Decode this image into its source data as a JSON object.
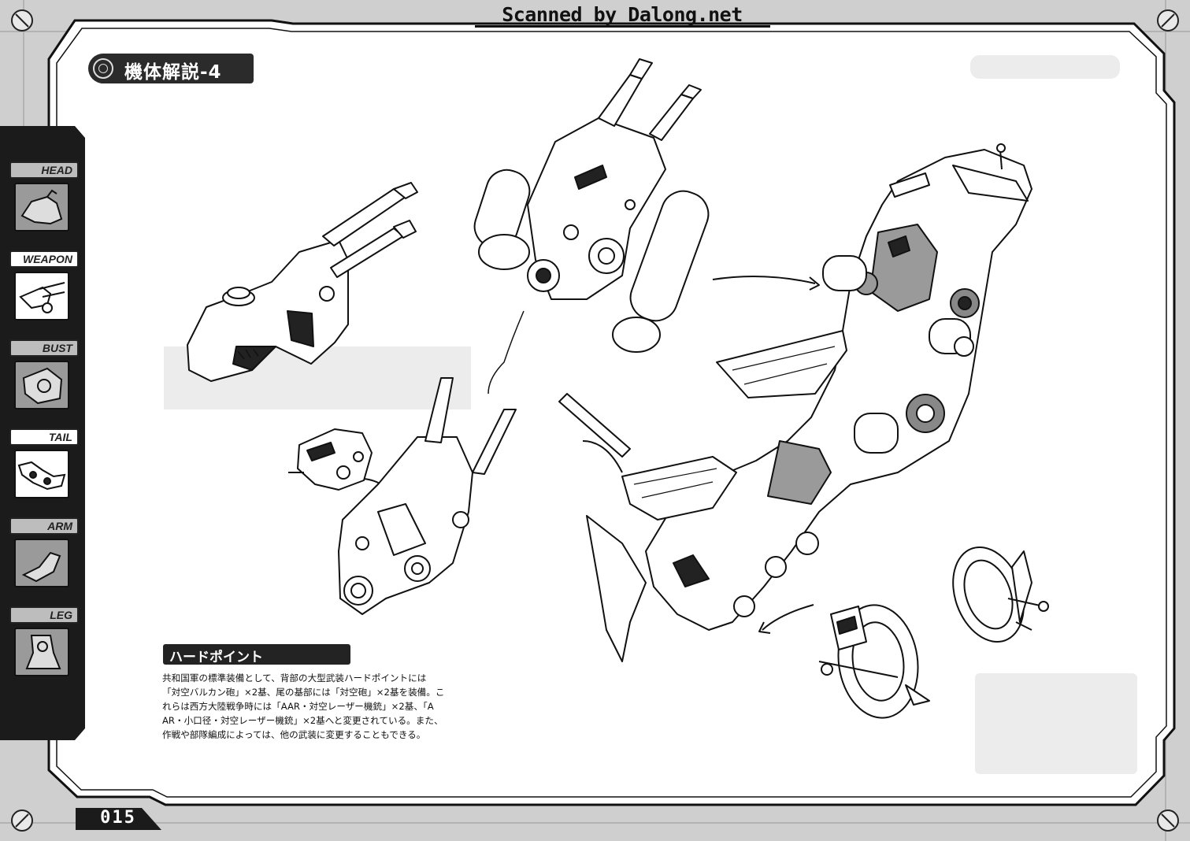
{
  "watermark": "Scanned by Dalong.net",
  "section_title": "機体解説-4",
  "sidebar": {
    "tabs": [
      {
        "label": "HEAD",
        "active": false
      },
      {
        "label": "WEAPON",
        "active": true
      },
      {
        "label": "BUST",
        "active": false
      },
      {
        "label": "TAIL",
        "active": true
      },
      {
        "label": "ARM",
        "active": false
      },
      {
        "label": "LEG",
        "active": false
      }
    ]
  },
  "hardpoint": {
    "heading": "ハードポイント",
    "lines": [
      "共和国軍の標準装備として、背部の大型武装ハードポイントには",
      "「対空バルカン砲」×2基、尾の基部には「対空砲」×2基を装備。こ",
      "れらは西方大陸戦争時には「AAR・対空レーザー機銃」×2基、「A",
      "AR・小口径・対空レーザー機銃」×2基へと変更されている。また、",
      "作戦や部隊編成によっては、他の武装に変更することもできる。"
    ]
  },
  "page_number": "015",
  "colors": {
    "frame": "#c9c9c9",
    "panel": "#ffffff",
    "ink": "#111111",
    "tab_fill": "#bdbdbd"
  }
}
